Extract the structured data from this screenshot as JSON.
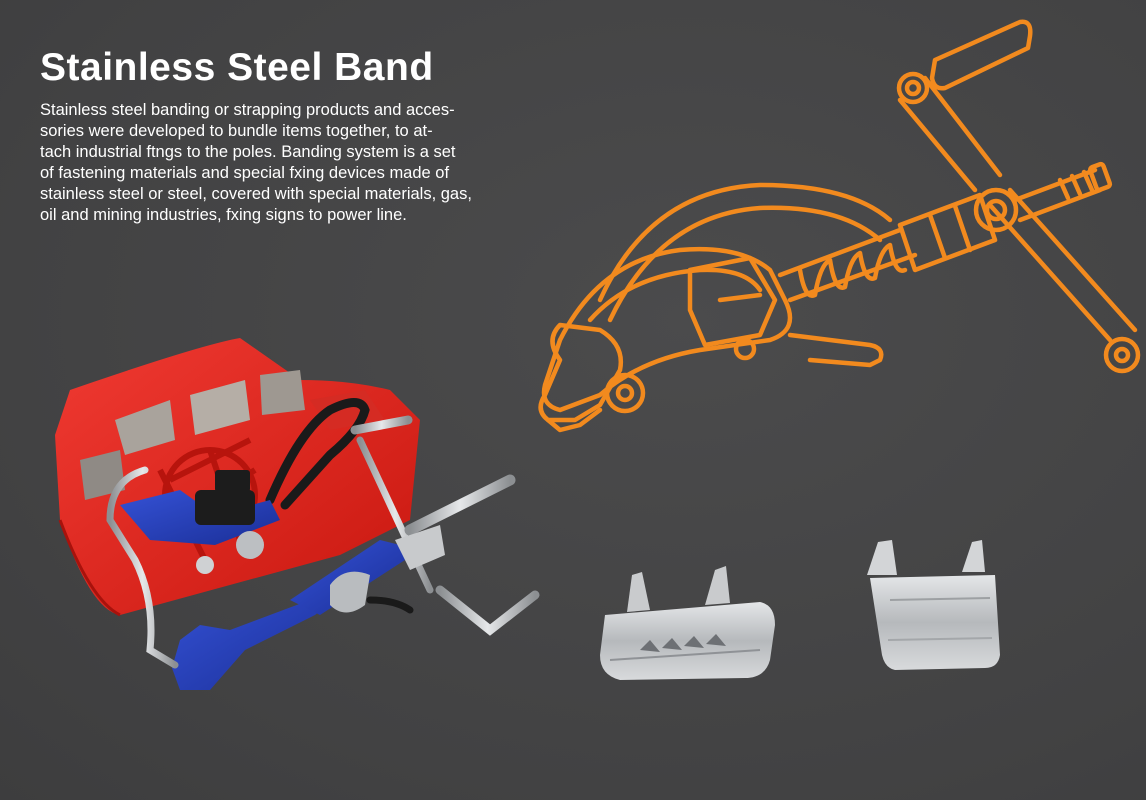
{
  "banner": {
    "title": "Stainless Steel Band",
    "description_lines": [
      "Stainless steel banding or strapping products and acces-",
      "sories were developed to bundle items together, to at-",
      "tach industrial ftngs to the poles. Banding system is a set",
      "of fastening materials and special fxing devices made of",
      "stainless steel or steel, covered with special materials, gas,",
      "oil and mining industries, fxing signs to power line."
    ]
  },
  "colors": {
    "background": "#454546",
    "outline_drawing": "#f28a1e",
    "dispenser": "#e3211c",
    "tool": "#2039b8",
    "steel": "#c9cbcd",
    "text": "#ffffff"
  },
  "illustrations": {
    "outline_drawing_icon": "banding-tool-outline",
    "product_photo_icon": "banding-dispenser-with-tool",
    "buckle_icons": [
      "toothed-buckle",
      "flat-buckle"
    ]
  }
}
